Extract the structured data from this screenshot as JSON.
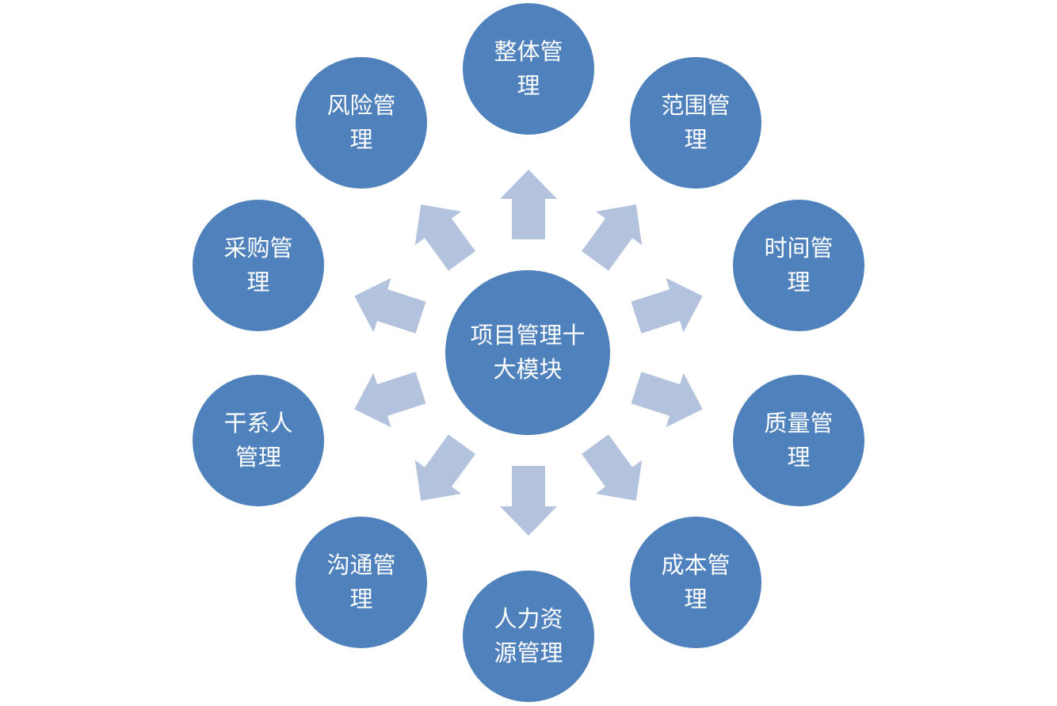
{
  "center": {
    "label": "项目管理十大模块"
  },
  "modules": [
    {
      "key": "integration",
      "label": "整体管理"
    },
    {
      "key": "scope",
      "label": "范围管理"
    },
    {
      "key": "time",
      "label": "时间管理"
    },
    {
      "key": "quality",
      "label": "质量管理"
    },
    {
      "key": "cost",
      "label": "成本管理"
    },
    {
      "key": "hr",
      "label": "人力资源管理"
    },
    {
      "key": "communication",
      "label": "沟通管理"
    },
    {
      "key": "stakeholder",
      "label": "干系人管理"
    },
    {
      "key": "procurement",
      "label": "采购管理"
    },
    {
      "key": "risk",
      "label": "风险管理"
    }
  ],
  "colors": {
    "node_fill": "#4f81bd",
    "arrow_fill": "#b3c2dd",
    "text": "#ffffff",
    "background": "#ffffff"
  }
}
